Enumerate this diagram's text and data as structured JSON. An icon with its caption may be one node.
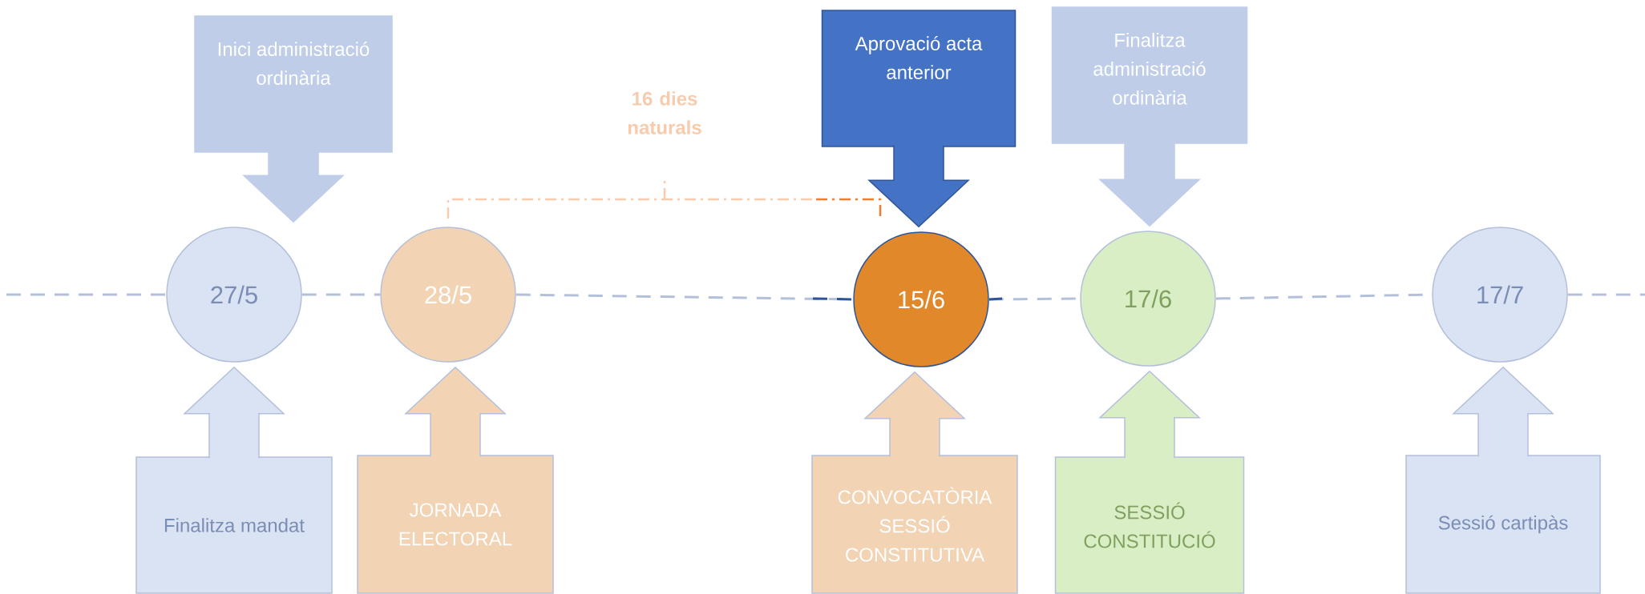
{
  "diagram": {
    "nodes": [
      {
        "text": [
          "Inici administració ordinària"
        ]
      },
      {
        "text": [
          "Aprovació acta anterior"
        ]
      },
      {
        "text": [
          "Finalitza administració ordinària"
        ]
      },
      {
        "text": [
          "27/5"
        ]
      },
      {
        "text": [
          "28/5"
        ]
      },
      {
        "text": [
          "15/6"
        ]
      },
      {
        "text": [
          "17/6"
        ]
      },
      {
        "text": [
          "17/7"
        ]
      },
      {
        "text": [
          "Finalitza mandat"
        ]
      },
      {
        "text": [
          "JORNADA ELECTORAL"
        ]
      },
      {
        "text": [
          "CONVOCATÒRIA SESSIÓ CONSTITUTIVA"
        ]
      },
      {
        "text": [
          "SESSIÓ CONSTITUCIÓ"
        ]
      },
      {
        "text": [
          "Sessió cartipàs"
        ]
      }
    ],
    "edges": [
      {
        "from": 0,
        "to": 3,
        "arrow": "to"
      },
      {
        "from": 1,
        "to": 5,
        "arrow": "to"
      },
      {
        "from": 2,
        "to": 6,
        "arrow": "to"
      },
      {
        "from": 8,
        "to": 3,
        "arrow": "to"
      },
      {
        "from": 9,
        "to": 4,
        "arrow": "to"
      },
      {
        "from": 10,
        "to": 5,
        "arrow": "to"
      },
      {
        "from": 11,
        "to": 6,
        "arrow": "to"
      },
      {
        "from": 12,
        "to": 7,
        "arrow": "to"
      },
      {
        "from": null,
        "to": 3,
        "arrow": "none",
        "style": "dashed"
      },
      {
        "from": 3,
        "to": 4,
        "arrow": "none",
        "style": "dashed"
      },
      {
        "from": 4,
        "to": 5,
        "arrow": "none",
        "style": "dashed"
      },
      {
        "from": 5,
        "to": 6,
        "arrow": "none",
        "style": "dashed"
      },
      {
        "from": 6,
        "to": 7,
        "arrow": "none",
        "style": "dashed"
      },
      {
        "from": 7,
        "to": null,
        "arrow": "none",
        "style": "dashed"
      }
    ],
    "labels": [
      "16 dies naturals"
    ]
  }
}
